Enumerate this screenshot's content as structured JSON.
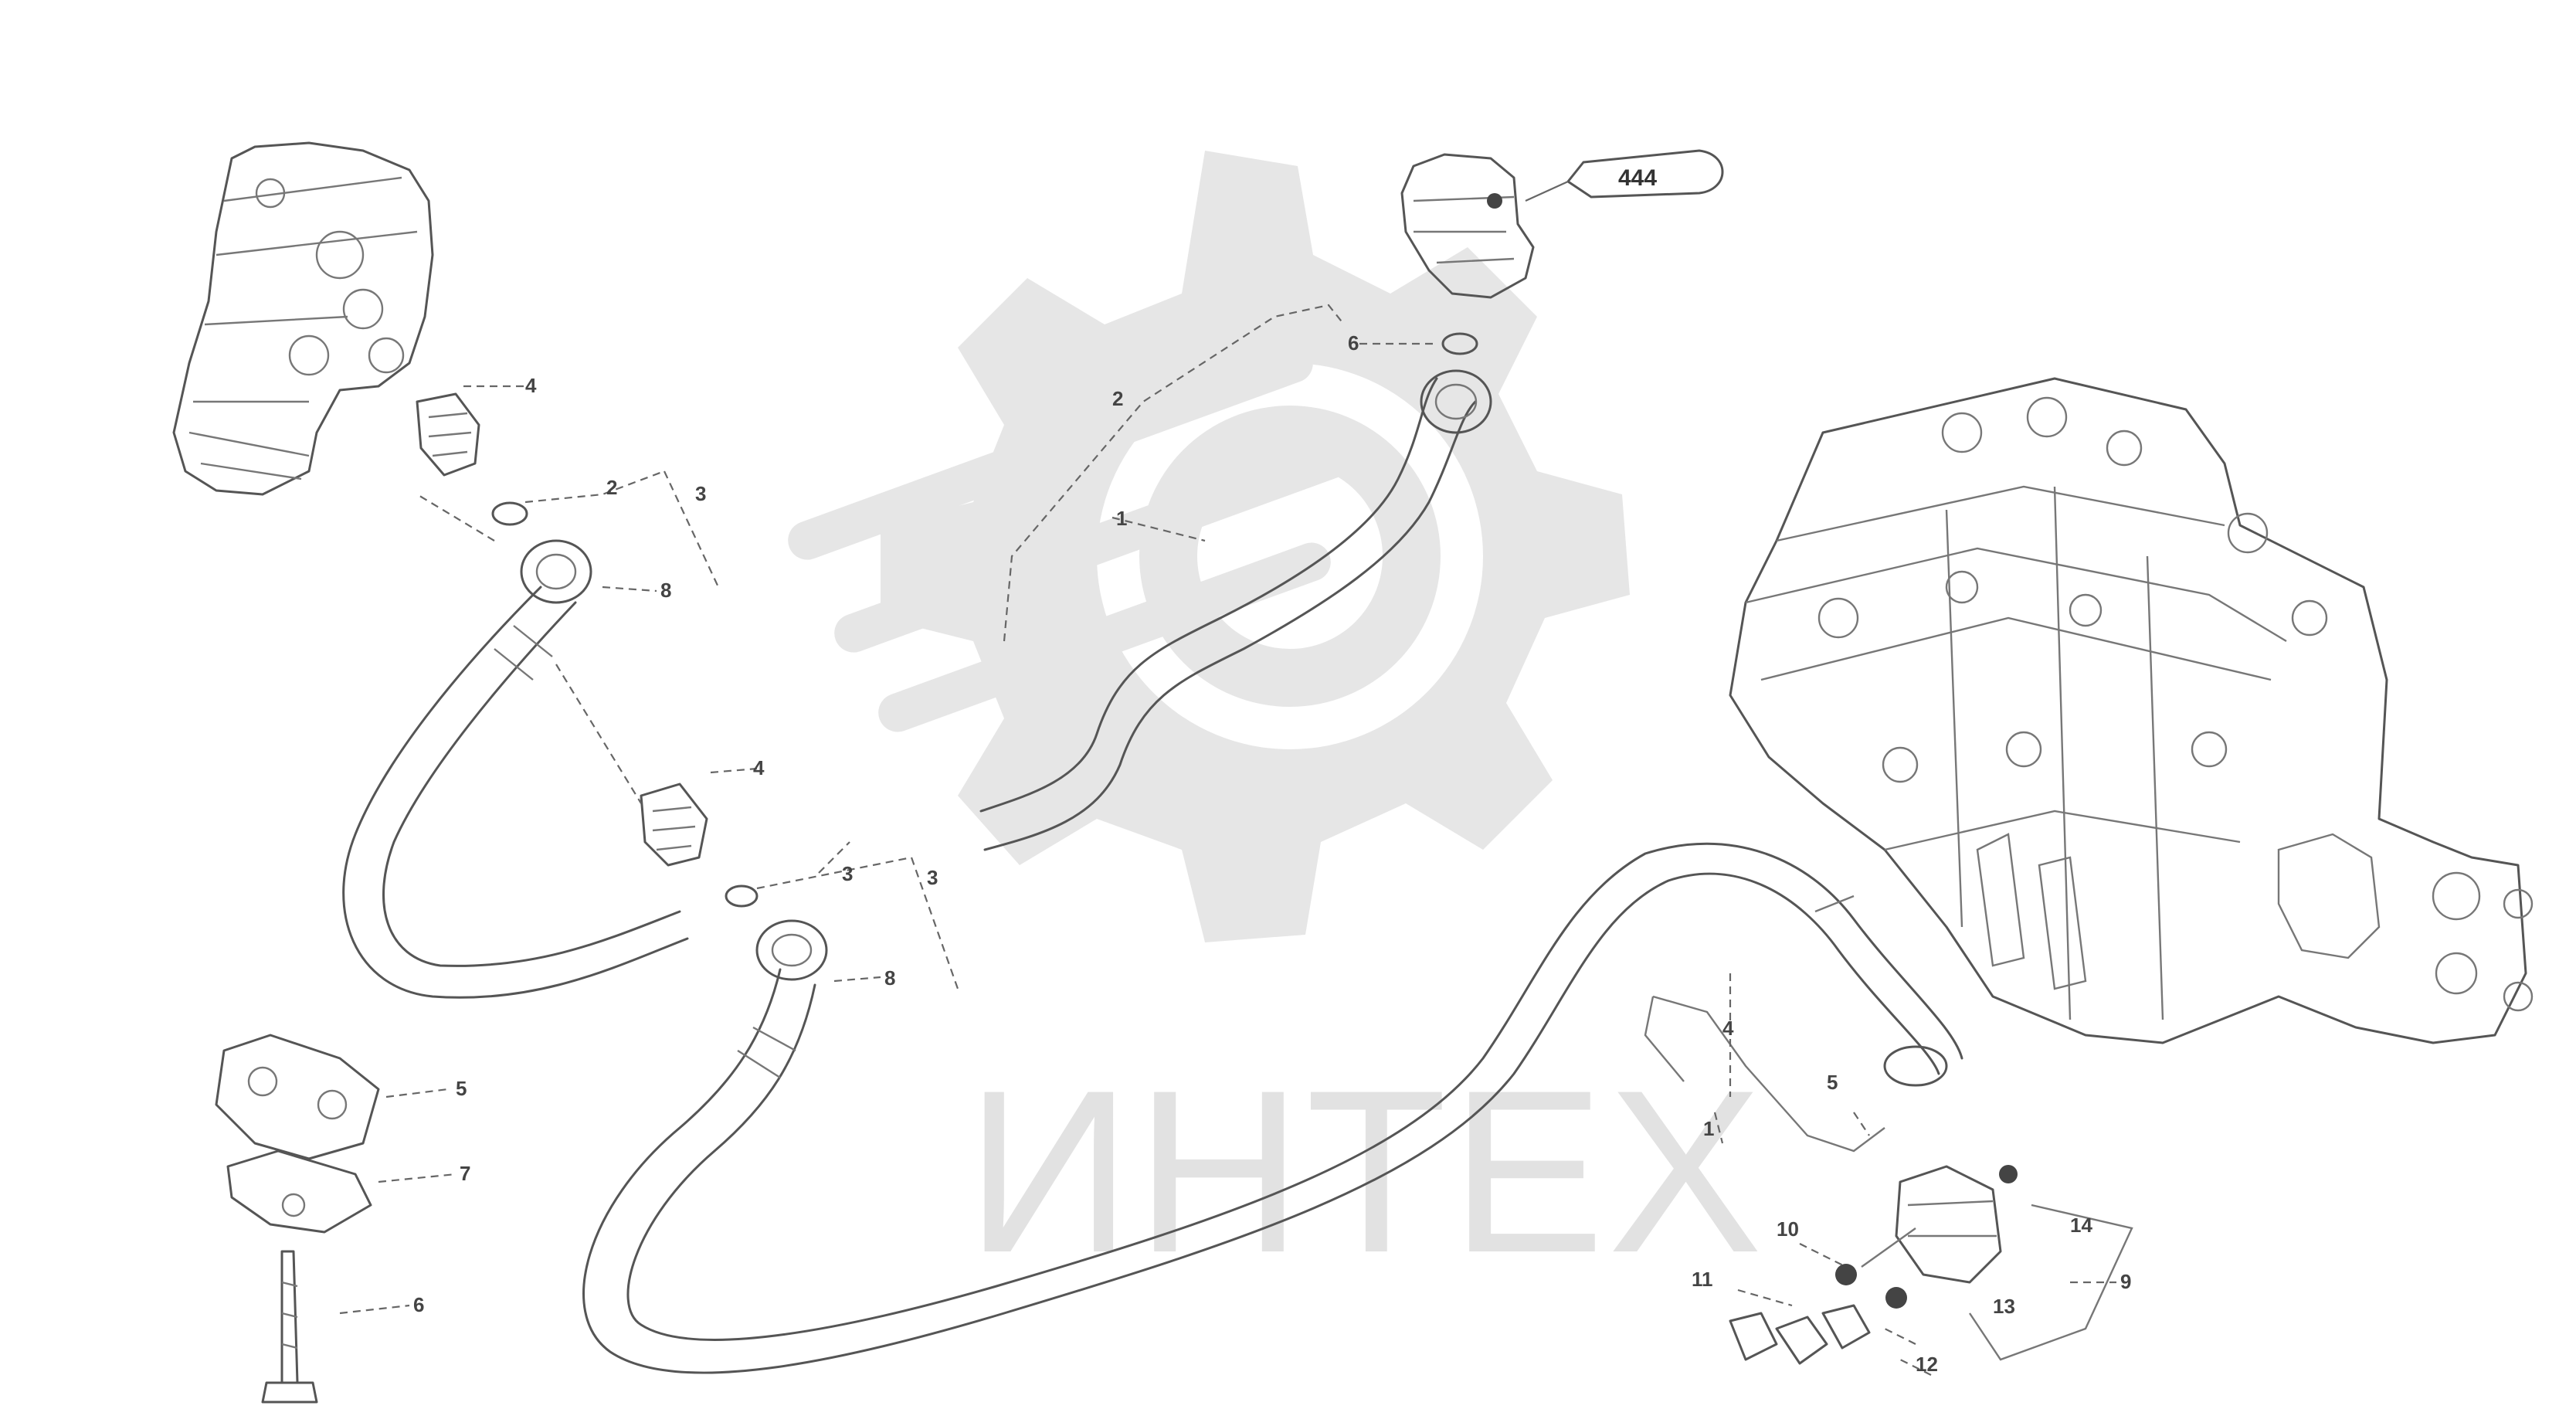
{
  "watermark": {
    "text": "ИНТЕХ"
  },
  "reference_tag": {
    "text": "444"
  },
  "drawing_code": {
    "text": ""
  },
  "callouts": {
    "c1": "4",
    "c2": "3",
    "c3": "2",
    "c4": "8",
    "c5": "2",
    "c6": "1",
    "c7": "8",
    "c8": "3",
    "c9": "4",
    "c10": "3",
    "c11": "6",
    "c12": "5",
    "c13": "7",
    "c14": "6",
    "c15": "4",
    "c16": "5",
    "c17": "1",
    "c18": "10",
    "c19": "11",
    "c20": "12",
    "c21": "9",
    "c22": "13",
    "c23": "14"
  }
}
